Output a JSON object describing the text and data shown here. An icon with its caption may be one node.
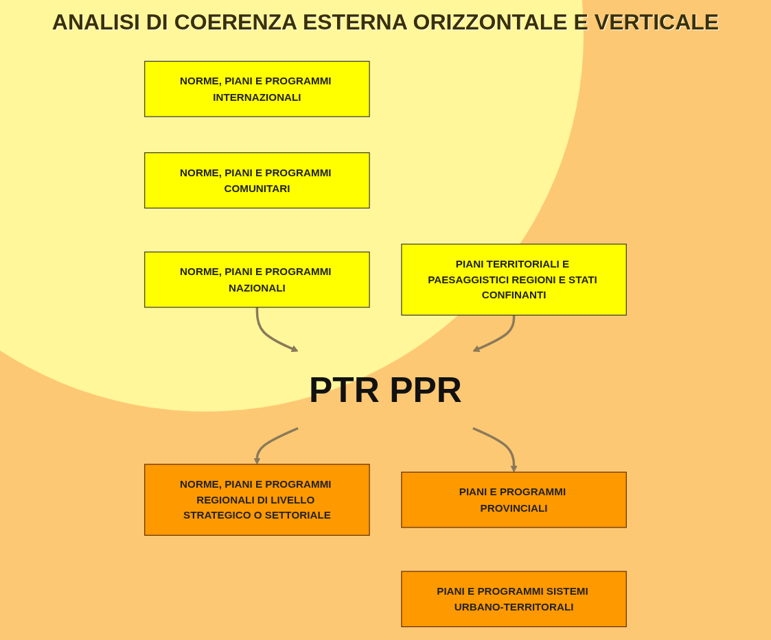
{
  "diagram": {
    "title": "ANALISI DI COERENZA ESTERNA ORIZZONTALE E VERTICALE",
    "nodes": [
      {
        "text": [
          "NORME, PIANI E PROGRAMMI INTERNAZIONALI"
        ]
      },
      {
        "text": [
          "NORME, PIANI E PROGRAMMI COMUNITARI"
        ]
      },
      {
        "text": [
          "NORME, PIANI E PROGRAMMI NAZIONALI"
        ]
      },
      {
        "text": [
          "PIANI TERRITORIALI E PAESAGGISTICI REGIONI E STATI CONFINANTI"
        ]
      },
      {
        "text": [
          "PTR PPR"
        ]
      },
      {
        "text": [
          "NORME, PIANI E PROGRAMMI REGIONALI DI LIVELLO STRATEGICO O SETTORIALE"
        ]
      },
      {
        "text": [
          "PIANI E PROGRAMMI PROVINCIALI"
        ]
      },
      {
        "text": [
          "PIANI E PROGRAMMI SISTEMI URBANO-TERRITORALI"
        ]
      }
    ],
    "edges": [
      {
        "from": 2,
        "to": 4,
        "arrow": "to"
      },
      {
        "from": 3,
        "to": 4,
        "arrow": "to"
      },
      {
        "from": 4,
        "to": 5,
        "arrow": "to"
      },
      {
        "from": 4,
        "to": 6,
        "arrow": "to"
      }
    ]
  }
}
